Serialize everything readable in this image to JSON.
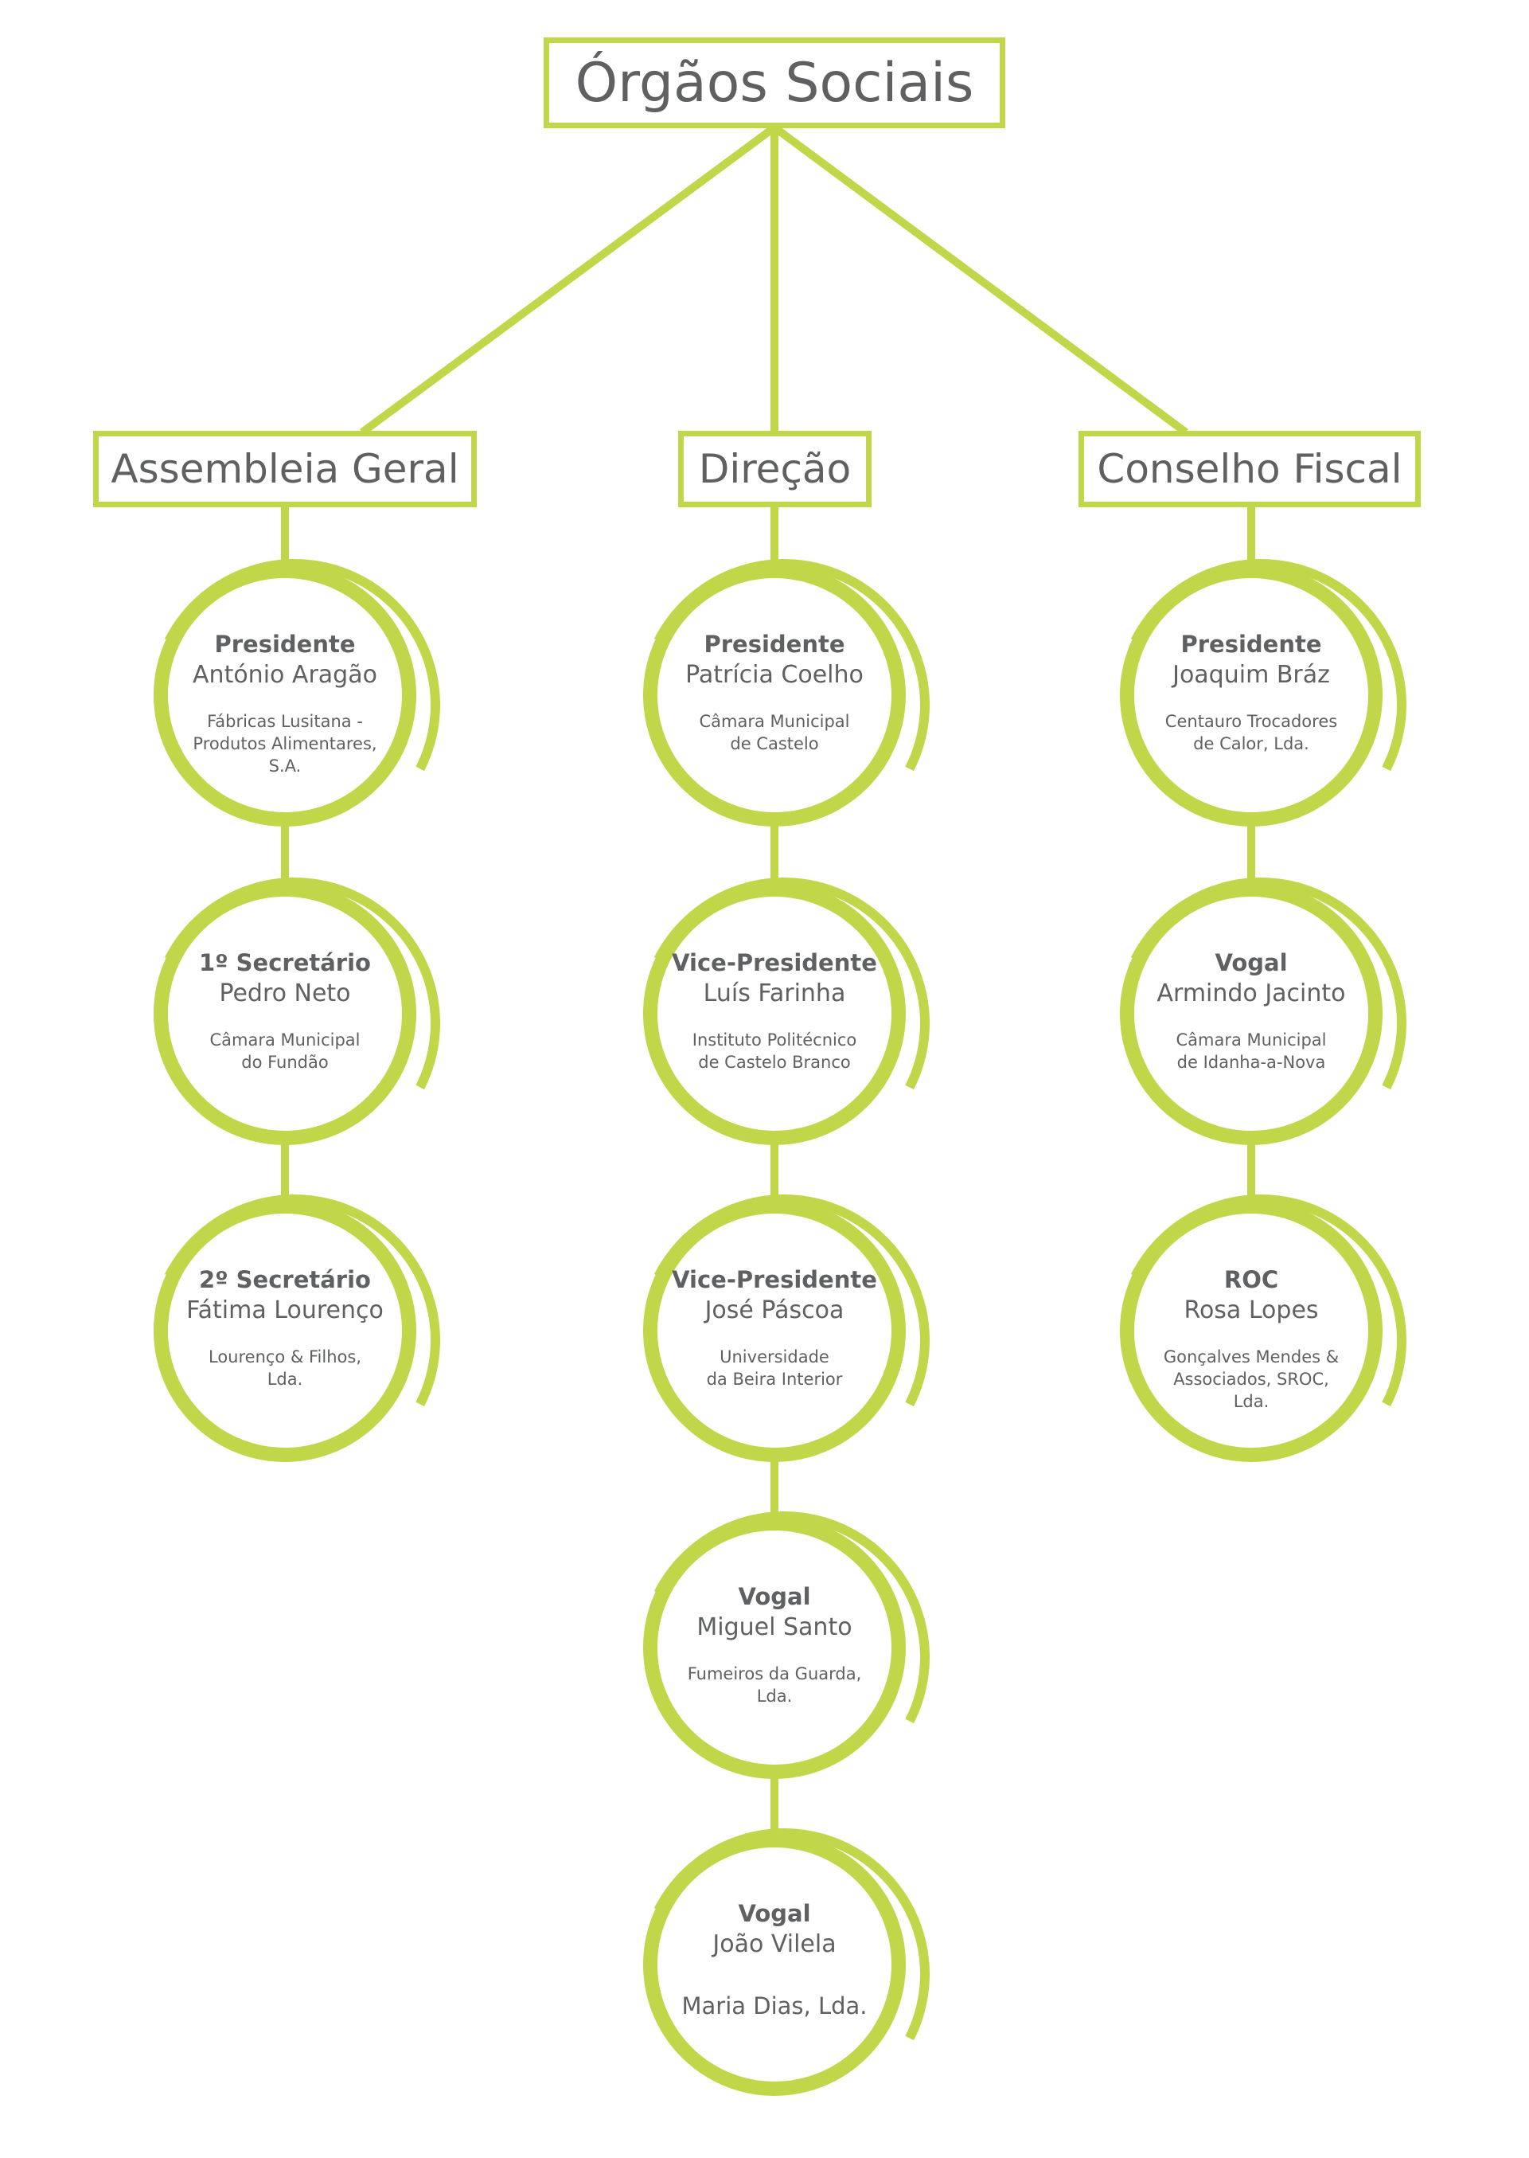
{
  "title": "Órgãos Sociais",
  "colors": {
    "accent": "#c2d64a",
    "text": "#5f6062"
  },
  "groups": [
    {
      "name": "Assembleia Geral",
      "members": [
        {
          "role": "Presidente",
          "name": "António Aragão",
          "org": "Fábricas Lusitana -\nProdutos Alimentares,\nS.A."
        },
        {
          "role": "1º Secretário",
          "name": "Pedro Neto",
          "org": "Câmara Municipal\ndo Fundão"
        },
        {
          "role": "2º Secretário",
          "name": "Fátima Lourenço",
          "org": "Lourenço & Filhos,\nLda."
        }
      ]
    },
    {
      "name": "Direção",
      "members": [
        {
          "role": "Presidente",
          "name": "Patrícia Coelho",
          "org": "Câmara Municipal\nde Castelo"
        },
        {
          "role": "Vice-Presidente",
          "name": "Luís Farinha",
          "org": "Instituto Politécnico\nde Castelo Branco"
        },
        {
          "role": "Vice-Presidente",
          "name": "José Páscoa",
          "org": "Universidade\nda Beira Interior"
        },
        {
          "role": "Vogal",
          "name": "Miguel Santo",
          "org": "Fumeiros da Guarda,\nLda."
        },
        {
          "role": "Vogal",
          "name": "João Vilela",
          "org": "Maria Dias, Lda."
        }
      ]
    },
    {
      "name": "Conselho Fiscal",
      "members": [
        {
          "role": "Presidente",
          "name": "Joaquim Bráz",
          "org": "Centauro Trocadores\nde Calor, Lda."
        },
        {
          "role": "Vogal",
          "name": "Armindo Jacinto",
          "org": "Câmara Municipal\nde Idanha-a-Nova"
        },
        {
          "role": "ROC",
          "name": "Rosa Lopes",
          "org": "Gonçalves Mendes &\nAssociados, SROC,\nLda."
        }
      ]
    }
  ]
}
